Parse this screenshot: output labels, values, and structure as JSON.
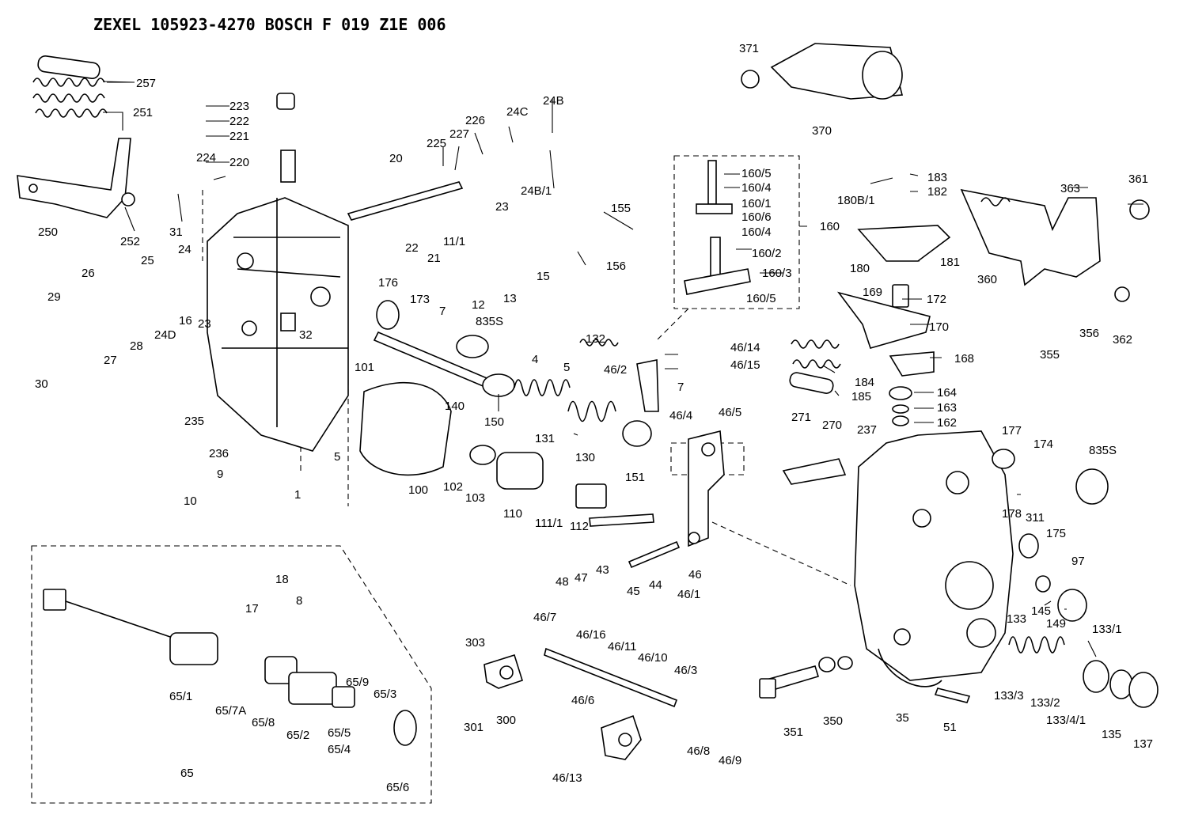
{
  "header": {
    "title": "ZEXEL   105923-4270   BOSCH   F 019 Z1E 006"
  },
  "callouts": [
    {
      "id": "c-257",
      "label": "257"
    },
    {
      "id": "c-251",
      "label": "251"
    },
    {
      "id": "c-250",
      "label": "250"
    },
    {
      "id": "c-252",
      "label": "252"
    },
    {
      "id": "c-223",
      "label": "223"
    },
    {
      "id": "c-222",
      "label": "222"
    },
    {
      "id": "c-221",
      "label": "221"
    },
    {
      "id": "c-220",
      "label": "220"
    },
    {
      "id": "c-224",
      "label": "224"
    },
    {
      "id": "c-31",
      "label": "31"
    },
    {
      "id": "c-26",
      "label": "26"
    },
    {
      "id": "c-25",
      "label": "25"
    },
    {
      "id": "c-24",
      "label": "24"
    },
    {
      "id": "c-29",
      "label": "29"
    },
    {
      "id": "c-30",
      "label": "30"
    },
    {
      "id": "c-27",
      "label": "27"
    },
    {
      "id": "c-28",
      "label": "28"
    },
    {
      "id": "c-24D",
      "label": "24D"
    },
    {
      "id": "c-16",
      "label": "16"
    },
    {
      "id": "c-23a",
      "label": "23"
    },
    {
      "id": "c-32",
      "label": "32"
    },
    {
      "id": "c-235",
      "label": "235"
    },
    {
      "id": "c-236",
      "label": "236"
    },
    {
      "id": "c-1",
      "label": "1"
    },
    {
      "id": "c-5a",
      "label": "5"
    },
    {
      "id": "c-20",
      "label": "20"
    },
    {
      "id": "c-22",
      "label": "22"
    },
    {
      "id": "c-21",
      "label": "21"
    },
    {
      "id": "c-225",
      "label": "225"
    },
    {
      "id": "c-227",
      "label": "227"
    },
    {
      "id": "c-226",
      "label": "226"
    },
    {
      "id": "c-23b",
      "label": "23"
    },
    {
      "id": "c-24C",
      "label": "24C"
    },
    {
      "id": "c-24B",
      "label": "24B"
    },
    {
      "id": "c-24B1",
      "label": "24B/1"
    },
    {
      "id": "c-11-1",
      "label": "11/1"
    },
    {
      "id": "c-7",
      "label": "7"
    },
    {
      "id": "c-12",
      "label": "12"
    },
    {
      "id": "c-13",
      "label": "13"
    },
    {
      "id": "c-15",
      "label": "15"
    },
    {
      "id": "c-155",
      "label": "155"
    },
    {
      "id": "c-156",
      "label": "156"
    },
    {
      "id": "c-176",
      "label": "176"
    },
    {
      "id": "c-173",
      "label": "173"
    },
    {
      "id": "c-835S-a",
      "label": "835S"
    },
    {
      "id": "c-132",
      "label": "132"
    },
    {
      "id": "c-4",
      "label": "4"
    },
    {
      "id": "c-5b",
      "label": "5"
    },
    {
      "id": "c-101",
      "label": "101"
    },
    {
      "id": "c-140",
      "label": "140"
    },
    {
      "id": "c-150",
      "label": "150"
    },
    {
      "id": "c-131",
      "label": "131"
    },
    {
      "id": "c-130",
      "label": "130"
    },
    {
      "id": "c-151",
      "label": "151"
    },
    {
      "id": "c-100",
      "label": "100"
    },
    {
      "id": "c-102",
      "label": "102"
    },
    {
      "id": "c-103",
      "label": "103"
    },
    {
      "id": "c-110",
      "label": "110"
    },
    {
      "id": "c-111-1",
      "label": "111/1"
    },
    {
      "id": "c-112",
      "label": "112"
    },
    {
      "id": "c-48",
      "label": "48"
    },
    {
      "id": "c-47",
      "label": "47"
    },
    {
      "id": "c-43",
      "label": "43"
    },
    {
      "id": "c-45",
      "label": "45"
    },
    {
      "id": "c-44",
      "label": "44"
    },
    {
      "id": "c-46",
      "label": "46"
    },
    {
      "id": "c-46-1",
      "label": "46/1"
    },
    {
      "id": "c-46-2",
      "label": "46/2"
    },
    {
      "id": "c-46-14",
      "label": "46/14"
    },
    {
      "id": "c-46-15",
      "label": "46/15"
    },
    {
      "id": "c-7b",
      "label": "7"
    },
    {
      "id": "c-46-4",
      "label": "46/4"
    },
    {
      "id": "c-46-5",
      "label": "46/5"
    },
    {
      "id": "c-9",
      "label": "9"
    },
    {
      "id": "c-10",
      "label": "10"
    },
    {
      "id": "c-18",
      "label": "18"
    },
    {
      "id": "c-17",
      "label": "17"
    },
    {
      "id": "c-8",
      "label": "8"
    },
    {
      "id": "c-65-1",
      "label": "65/1"
    },
    {
      "id": "c-65-7A",
      "label": "65/7A"
    },
    {
      "id": "c-65-8",
      "label": "65/8"
    },
    {
      "id": "c-65-2",
      "label": "65/2"
    },
    {
      "id": "c-65-9",
      "label": "65/9"
    },
    {
      "id": "c-65-3",
      "label": "65/3"
    },
    {
      "id": "c-65-5",
      "label": "65/5"
    },
    {
      "id": "c-65-4",
      "label": "65/4"
    },
    {
      "id": "c-65-6",
      "label": "65/6"
    },
    {
      "id": "c-65",
      "label": "65"
    },
    {
      "id": "c-303",
      "label": "303"
    },
    {
      "id": "c-301",
      "label": "301"
    },
    {
      "id": "c-300",
      "label": "300"
    },
    {
      "id": "c-46-7",
      "label": "46/7"
    },
    {
      "id": "c-46-16",
      "label": "46/16"
    },
    {
      "id": "c-46-11",
      "label": "46/11"
    },
    {
      "id": "c-46-10",
      "label": "46/10"
    },
    {
      "id": "c-46-3",
      "label": "46/3"
    },
    {
      "id": "c-46-6",
      "label": "46/6"
    },
    {
      "id": "c-46-13",
      "label": "46/13"
    },
    {
      "id": "c-46-8",
      "label": "46/8"
    },
    {
      "id": "c-46-9",
      "label": "46/9"
    },
    {
      "id": "c-371",
      "label": "371"
    },
    {
      "id": "c-370",
      "label": "370"
    },
    {
      "id": "c-160-5a",
      "label": "160/5"
    },
    {
      "id": "c-160-4a",
      "label": "160/4"
    },
    {
      "id": "c-160-1",
      "label": "160/1"
    },
    {
      "id": "c-160-6",
      "label": "160/6"
    },
    {
      "id": "c-160-4b",
      "label": "160/4"
    },
    {
      "id": "c-160-2",
      "label": "160/2"
    },
    {
      "id": "c-160-3",
      "label": "160/3"
    },
    {
      "id": "c-160-5b",
      "label": "160/5"
    },
    {
      "id": "c-160",
      "label": "160"
    },
    {
      "id": "c-183",
      "label": "183"
    },
    {
      "id": "c-182",
      "label": "182"
    },
    {
      "id": "c-180B1",
      "label": "180B/1"
    },
    {
      "id": "c-181",
      "label": "181"
    },
    {
      "id": "c-180",
      "label": "180"
    },
    {
      "id": "c-169",
      "label": "169"
    },
    {
      "id": "c-172",
      "label": "172"
    },
    {
      "id": "c-170",
      "label": "170"
    },
    {
      "id": "c-168",
      "label": "168"
    },
    {
      "id": "c-184",
      "label": "184"
    },
    {
      "id": "c-185",
      "label": "185"
    },
    {
      "id": "c-164",
      "label": "164"
    },
    {
      "id": "c-163",
      "label": "163"
    },
    {
      "id": "c-162",
      "label": "162"
    },
    {
      "id": "c-363",
      "label": "363"
    },
    {
      "id": "c-361",
      "label": "361"
    },
    {
      "id": "c-360",
      "label": "360"
    },
    {
      "id": "c-356",
      "label": "356"
    },
    {
      "id": "c-362",
      "label": "362"
    },
    {
      "id": "c-355",
      "label": "355"
    },
    {
      "id": "c-271",
      "label": "271"
    },
    {
      "id": "c-270",
      "label": "270"
    },
    {
      "id": "c-237",
      "label": "237"
    },
    {
      "id": "c-177",
      "label": "177"
    },
    {
      "id": "c-174",
      "label": "174"
    },
    {
      "id": "c-835S-b",
      "label": "835S"
    },
    {
      "id": "c-178",
      "label": "178"
    },
    {
      "id": "c-311",
      "label": "311"
    },
    {
      "id": "c-175",
      "label": "175"
    },
    {
      "id": "c-97",
      "label": "97"
    },
    {
      "id": "c-145",
      "label": "145"
    },
    {
      "id": "c-149",
      "label": "149"
    },
    {
      "id": "c-133",
      "label": "133"
    },
    {
      "id": "c-133-1",
      "label": "133/1"
    },
    {
      "id": "c-133-3",
      "label": "133/3"
    },
    {
      "id": "c-133-2",
      "label": "133/2"
    },
    {
      "id": "c-133-4-1",
      "label": "133/4/1"
    },
    {
      "id": "c-135",
      "label": "135"
    },
    {
      "id": "c-137",
      "label": "137"
    },
    {
      "id": "c-351",
      "label": "351"
    },
    {
      "id": "c-350",
      "label": "350"
    },
    {
      "id": "c-35",
      "label": "35"
    },
    {
      "id": "c-51",
      "label": "51"
    }
  ]
}
